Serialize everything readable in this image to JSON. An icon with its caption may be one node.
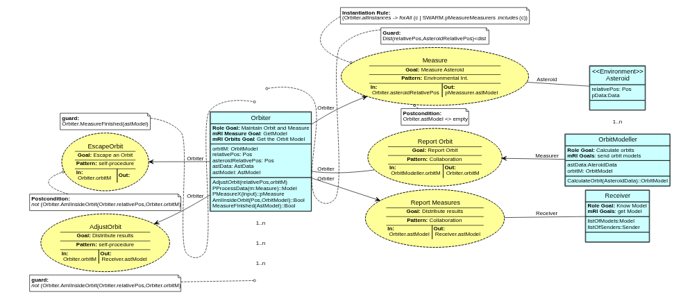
{
  "diagram": {
    "nodes": [
      {
        "text": [
          "EscapeOrbit",
          "**Goal:** Escape an Orbit",
          "**Pattern:** self-procedure",
          "In:",
          "Orbiter.orbitM",
          "Out:"
        ]
      },
      {
        "text": [
          "guard:",
          "Orbiter.MeasureFinished(astModel)"
        ]
      },
      {
        "text": [
          "Orbiter",
          "**Role Goal:** Maintain Orbit and Measure",
          "**mRI Measure Goal**: GetModel",
          "**mRI Orbits Goal**: Get the Orbit Model",
          "orbitM: OrbitModel",
          "relativePos: Pos",
          "asteroidRelativePos: Pos",
          "astData: AstData",
          "astModel: AstModel",
          "AdjustOrbit(relativePos,orbitM)",
          "PProcessData(m:Measure)::Model",
          "PMeasureX(input)::pMeasure",
          "AmIInsideOrbit(Pos,OrbitModel)::Bool",
          "MeasureFinished(AstModel)::Bool"
        ]
      },
      {
        "text": [
          "Guard:",
          "Dist(relativePos,AsteroidRelativePos)<dist"
        ]
      },
      {
        "text": [
          "Instantiation Rule:",
          "(Orbiter.*allInstances* -> *forAll* (c | SWARM.pMeasureMeasurers .*includes*(c))"
        ]
      },
      {
        "text": [
          "Measure",
          "**Goal:** Measure Asteroid",
          "**Pattern:** Environmental Int.",
          "In:",
          "Orbiter.asteroidRelativePos",
          "Out:",
          "pMeassurer.astModel"
        ]
      },
      {
        "text": [
          "<<Environment>>",
          "Asteroid",
          "relativePos: Pos",
          "pData:Data"
        ]
      },
      {
        "text": [
          "Postcondition:",
          "*not* (Orbiter.AmIInsideOrbit(Orbiter.relativePos,Orbiter.orbitM)"
        ]
      },
      {
        "text": [
          "Postcondition:",
          "Orbiter.astModel <> empty"
        ]
      },
      {
        "text": [
          "OrbitModeller",
          "**Role Goal:** Calculate orbits",
          "**mRI Goals**: send orbit models",
          "astData:AteroidData",
          "orbitM: OrbitModel",
          "CalculateOrbit(AsteroidData)::OrbitModel"
        ]
      },
      {
        "text": [
          "AdjustOrbit",
          "**Goal:** Distribute results",
          "**Pattern:** self-procedure",
          "In:",
          "Orbiter.orbitM",
          "Out:",
          "Receiver.astModel"
        ]
      },
      {
        "text": [
          "Report Orbit",
          "**Goal:** Report Orbit",
          "**Pattern:** Collaboration",
          "In:",
          "OrbitModeller.orbitM",
          "Out:",
          "Orbiter.orbitM"
        ]
      },
      {
        "text": [
          "guard:",
          "*not* (Orbiter.AmIInsideOrbit(Orbiter.relativePos,Orbiter.orbitM)"
        ]
      },
      {
        "text": [
          "Receiver",
          "**Role Goal:** Know Model",
          "**mRI Goals**: get Model",
          "listOfModels:Model",
          "listOfSenders:Sender"
        ]
      },
      {
        "text": [
          "Report Measures",
          "**Goal:** Distribute results",
          "**Pattern:** Collaboration",
          "In:",
          "Orbiter.astModel",
          "Out:",
          "Receiver.astModel"
        ]
      }
    ],
    "edges": [
      {
        "from": 2,
        "to": 0,
        "arrow": "to",
        "label": "Orbiter"
      },
      {
        "from": 1,
        "to": null,
        "arrow": "other",
        "style": "dashed"
      },
      {
        "from": 2,
        "to": 5,
        "arrow": "to",
        "label": "Orbiter"
      },
      {
        "from": 3,
        "to": null,
        "arrow": "other",
        "style": "dashed"
      },
      {
        "from": 4,
        "to": 5,
        "arrow": "other",
        "style": "dashed"
      },
      {
        "from": 7,
        "to": 0,
        "arrow": "other",
        "style": "dashed"
      },
      {
        "from": 8,
        "to": 5,
        "arrow": "other",
        "style": "dashed"
      },
      {
        "from": 5,
        "to": 6,
        "arrow": "none",
        "label": "Asteroid"
      },
      {
        "from": 2,
        "to": 11,
        "arrow": "none",
        "label": "Orbiter"
      },
      {
        "from": 9,
        "to": 11,
        "arrow": "to",
        "label": "Measurer"
      },
      {
        "from": 2,
        "to": 10,
        "arrow": "to",
        "label": "Orbiter"
      },
      {
        "from": 12,
        "to": null,
        "arrow": "other",
        "style": "dashed"
      },
      {
        "from": 2,
        "to": 14,
        "arrow": "to",
        "label": "Orbiter"
      },
      {
        "from": 14,
        "to": 13,
        "arrow": "none",
        "label": "Receiver"
      }
    ],
    "labels": [
      "1..n",
      "1..n",
      "1..n",
      "1..n"
    ]
  }
}
